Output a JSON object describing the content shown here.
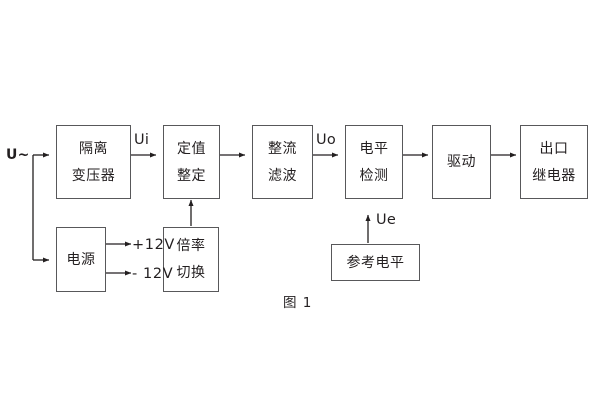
{
  "figure": {
    "caption": "图 1",
    "background_color": "#ffffff",
    "line_color": "#58585a",
    "text_color": "#231f20"
  },
  "input": {
    "label": "U~"
  },
  "blocks": [
    {
      "id": "isolation-transformer",
      "lines": [
        "隔离",
        "变压器"
      ]
    },
    {
      "id": "setting-adjustment",
      "lines": [
        "定值",
        "整定"
      ]
    },
    {
      "id": "rectify-filter",
      "lines": [
        "整流",
        "滤波"
      ]
    },
    {
      "id": "level-detection",
      "lines": [
        "电平",
        "检测"
      ]
    },
    {
      "id": "drive",
      "lines": [
        "驱动"
      ]
    },
    {
      "id": "output-relay",
      "lines": [
        "出口",
        "继电器"
      ]
    },
    {
      "id": "power-supply",
      "lines": [
        "电源"
      ]
    },
    {
      "id": "multiplier-switch",
      "lines": [
        "倍率",
        "切换"
      ]
    },
    {
      "id": "reference-level",
      "lines": [
        "参考电平"
      ]
    }
  ],
  "signals": {
    "ui": "Ui",
    "uo": "Uo",
    "ue": "Ue"
  },
  "rails": {
    "positive": "+12V",
    "negative": "- 12V"
  }
}
